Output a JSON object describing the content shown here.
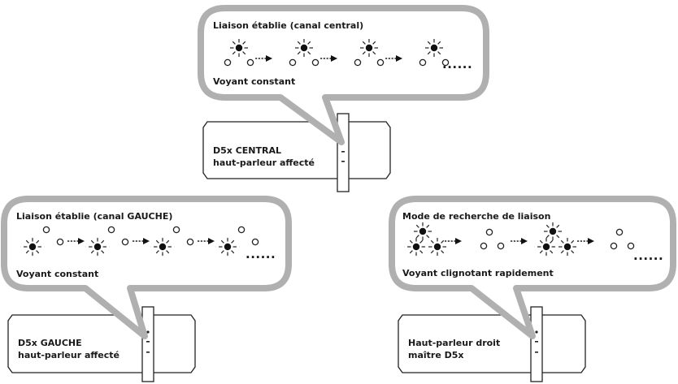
{
  "panels": [
    {
      "id": "central",
      "bubble_title": "Liaison établie (canal central)",
      "bubble_caption": "Voyant constant",
      "speaker_line1": "D5x CENTRAL",
      "speaker_line2": "haut-parleur affecté",
      "led_sequence": "steady-top",
      "trailing": "......"
    },
    {
      "id": "left",
      "bubble_title": "Liaison établie (canal GAUCHE)",
      "bubble_caption": "Voyant constant",
      "speaker_line1": "D5x GAUCHE",
      "speaker_line2": "haut-parleur affecté",
      "led_sequence": "steady-left",
      "trailing": "......"
    },
    {
      "id": "right",
      "bubble_title": "Mode de recherche de liaison",
      "bubble_caption": "Voyant clignotant rapidement",
      "speaker_line1": "Haut-parleur droit",
      "speaker_line2": "maître D5x",
      "led_sequence": "fast-blink",
      "trailing": "......"
    }
  ]
}
